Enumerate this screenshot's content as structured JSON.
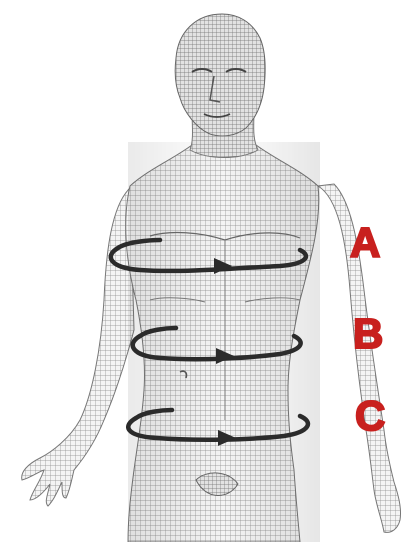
{
  "figure": {
    "subject": "wireframe-mesh-human-body",
    "mesh_color": "#8a8a8a",
    "arrow_color": "#2b2b2b",
    "label_color": "#c8201e"
  },
  "labels": {
    "a": "A",
    "b": "B",
    "c": "C"
  }
}
